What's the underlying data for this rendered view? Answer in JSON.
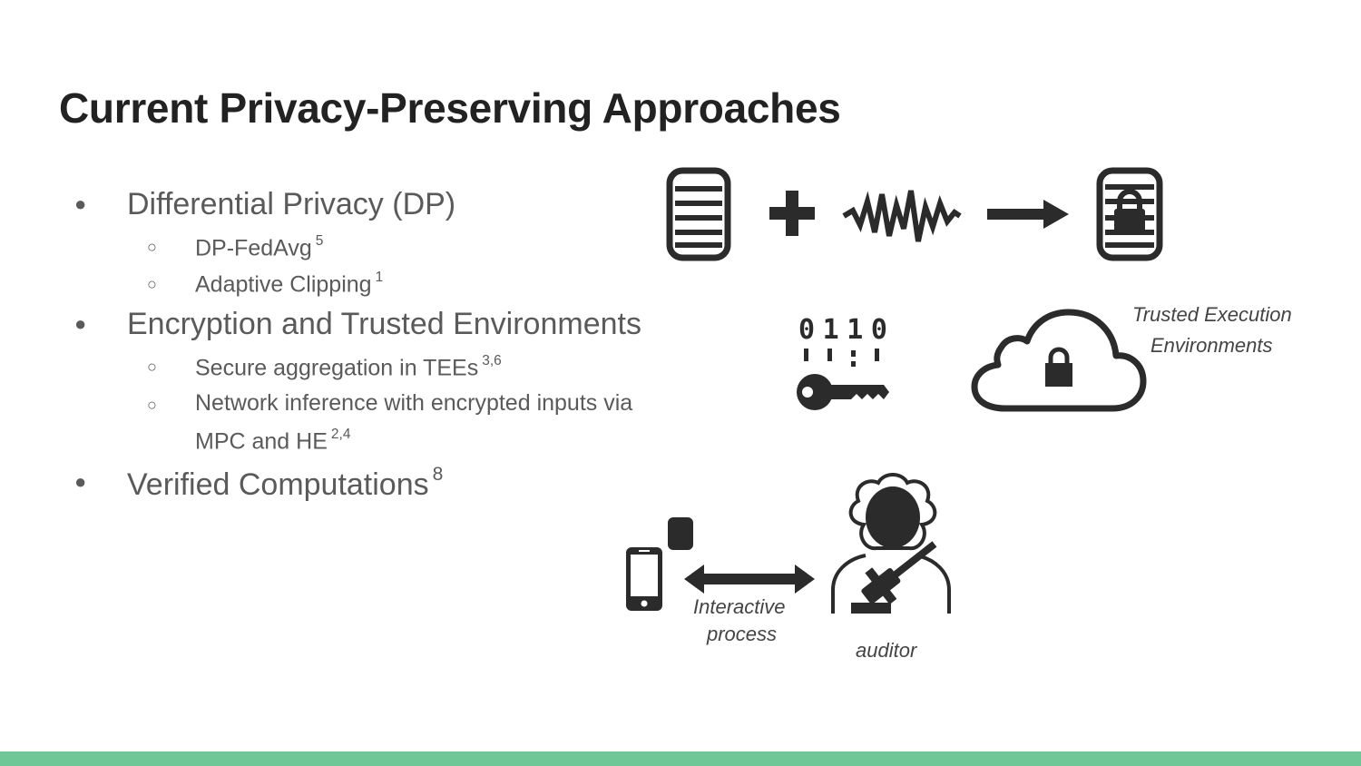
{
  "title": "Current Privacy-Preserving Approaches",
  "bullets": [
    {
      "text": "Differential Privacy (DP)",
      "ref": "",
      "sub": [
        {
          "text": "DP-FedAvg",
          "ref": "5"
        },
        {
          "text": "Adaptive Clipping",
          "ref": "1"
        }
      ]
    },
    {
      "text": "Encryption and Trusted Environments",
      "ref": "",
      "sub": [
        {
          "text": "Secure aggregation in TEEs",
          "ref": "3,6"
        },
        {
          "text": "Network inference with encrypted inputs via",
          "ref": ""
        },
        {
          "text": "MPC and HE",
          "ref": "2,4"
        }
      ]
    },
    {
      "text": "Verified Computations",
      "ref": "8"
    }
  ],
  "figures": {
    "binary_digits": [
      "0",
      "1",
      "1",
      "0"
    ],
    "tee_label_line1": "Trusted Execution",
    "tee_label_line2": "Environments",
    "interactive_line1": "Interactive",
    "interactive_line2": "process",
    "auditor_label": "auditor"
  },
  "icons": [
    "database-icon",
    "plus-icon",
    "noise-wave-icon",
    "arrow-right-icon",
    "locked-database-icon",
    "binary-key-icon",
    "cloud-lock-icon",
    "phone-icon",
    "small-database-icon",
    "double-arrow-icon",
    "judge-auditor-icon"
  ],
  "colors": {
    "accent_bar": "#6fc797",
    "icon": "#2b2b2b",
    "text": "#5a5a5a",
    "title": "#222222"
  }
}
